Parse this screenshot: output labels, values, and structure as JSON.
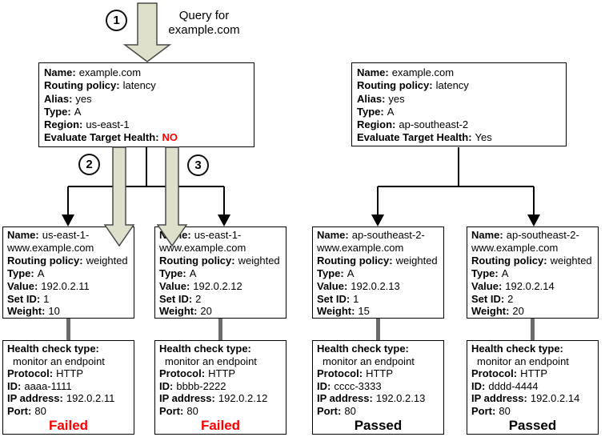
{
  "flow": {
    "step_numbers": [
      "1",
      "2",
      "3"
    ],
    "query_label": "Query for\nexample.com"
  },
  "colors": {
    "query_arrow_fill": "#dfe0cc",
    "query_arrow_stroke": "#4a4a4a",
    "failed": "#ff0000",
    "passed": "#000000",
    "health_no": "#ff0000",
    "connector_gray": "#6b6b6b"
  },
  "records": {
    "latency": [
      {
        "id": "us-east-1",
        "lines": [
          {
            "label": "Name:",
            "value": "example.com"
          },
          {
            "label": "Routing policy:",
            "value": "latency"
          },
          {
            "label": "Alias:",
            "value": "yes"
          },
          {
            "label": "Type:",
            "value": "A"
          },
          {
            "label": "Region:",
            "value": "us-east-1"
          },
          {
            "label": "Evaluate Target Health:",
            "value": "NO",
            "value_bold": true,
            "value_color": "#ff0000"
          }
        ]
      },
      {
        "id": "ap-southeast-2",
        "lines": [
          {
            "label": "Name:",
            "value": "example.com"
          },
          {
            "label": "Routing policy:",
            "value": "latency"
          },
          {
            "label": "Alias:",
            "value": "yes"
          },
          {
            "label": "Type:",
            "value": "A"
          },
          {
            "label": "Region:",
            "value": "ap-southeast-2"
          },
          {
            "label": "Evaluate Target Health:",
            "value": "Yes"
          }
        ]
      }
    ],
    "weighted": [
      {
        "id": "us-east-1-set-1",
        "lines": [
          {
            "label": "Name:",
            "value": "us-east-1-www.example.com"
          },
          {
            "label": "Routing policy:",
            "value": "weighted"
          },
          {
            "label": "Type:",
            "value": "A"
          },
          {
            "label": "Value:",
            "value": "192.0.2.11"
          },
          {
            "label": "Set ID:",
            "value": "1"
          },
          {
            "label": "Weight:",
            "value": "10"
          }
        ]
      },
      {
        "id": "us-east-1-set-2",
        "lines": [
          {
            "label": "Name:",
            "value": "us-east-1-www.example.com"
          },
          {
            "label": "Routing policy:",
            "value": "weighted"
          },
          {
            "label": "Type:",
            "value": "A"
          },
          {
            "label": "Value:",
            "value": "192.0.2.12"
          },
          {
            "label": "Set ID:",
            "value": "2"
          },
          {
            "label": "Weight:",
            "value": "20"
          }
        ]
      },
      {
        "id": "ap-southeast-2-set-1",
        "lines": [
          {
            "label": "Name:",
            "value": "ap-southeast-2-www.example.com"
          },
          {
            "label": "Routing policy:",
            "value": "weighted"
          },
          {
            "label": "Type:",
            "value": "A"
          },
          {
            "label": "Value:",
            "value": "192.0.2.13"
          },
          {
            "label": "Set ID:",
            "value": "1"
          },
          {
            "label": "Weight:",
            "value": "15"
          }
        ]
      },
      {
        "id": "ap-southeast-2-set-2",
        "lines": [
          {
            "label": "Name:",
            "value": "ap-southeast-2-www.example.com"
          },
          {
            "label": "Routing policy:",
            "value": "weighted"
          },
          {
            "label": "Type:",
            "value": "A"
          },
          {
            "label": "Value:",
            "value": "192.0.2.14"
          },
          {
            "label": "Set ID:",
            "value": "2"
          },
          {
            "label": "Weight:",
            "value": "20"
          }
        ]
      }
    ],
    "health_checks": [
      {
        "id": "aaaa-1111",
        "lines": [
          {
            "label": "Health check type:"
          },
          {
            "value": "monitor an endpoint",
            "indent": true
          },
          {
            "label": "Protocol:",
            "value": "HTTP"
          },
          {
            "label": "ID:",
            "value": "aaaa-1111"
          },
          {
            "label": "IP address:",
            "value": "192.0.2.11"
          },
          {
            "label": "Port:",
            "value": "80"
          }
        ],
        "status": "Failed",
        "status_color": "#ff0000"
      },
      {
        "id": "bbbb-2222",
        "lines": [
          {
            "label": "Health check type:"
          },
          {
            "value": "monitor an endpoint",
            "indent": true
          },
          {
            "label": "Protocol:",
            "value": "HTTP"
          },
          {
            "label": "ID:",
            "value": "bbbb-2222"
          },
          {
            "label": "IP address:",
            "value": "192.0.2.12"
          },
          {
            "label": "Port:",
            "value": "80"
          }
        ],
        "status": "Failed",
        "status_color": "#ff0000"
      },
      {
        "id": "cccc-3333",
        "lines": [
          {
            "label": "Health check type:"
          },
          {
            "value": "monitor an endpoint",
            "indent": true
          },
          {
            "label": "Protocol:",
            "value": "HTTP"
          },
          {
            "label": "ID:",
            "value": "cccc-3333"
          },
          {
            "label": "IP address:",
            "value": "192.0.2.13"
          },
          {
            "label": "Port:",
            "value": "80"
          }
        ],
        "status": "Passed",
        "status_color": "#000000"
      },
      {
        "id": "dddd-4444",
        "lines": [
          {
            "label": "Health check type:"
          },
          {
            "value": "monitor an endpoint",
            "indent": true
          },
          {
            "label": "Protocol:",
            "value": "HTTP"
          },
          {
            "label": "ID:",
            "value": "dddd-4444"
          },
          {
            "label": "IP address:",
            "value": "192.0.2.14"
          },
          {
            "label": "Port:",
            "value": "80"
          }
        ],
        "status": "Passed",
        "status_color": "#000000"
      }
    ]
  }
}
